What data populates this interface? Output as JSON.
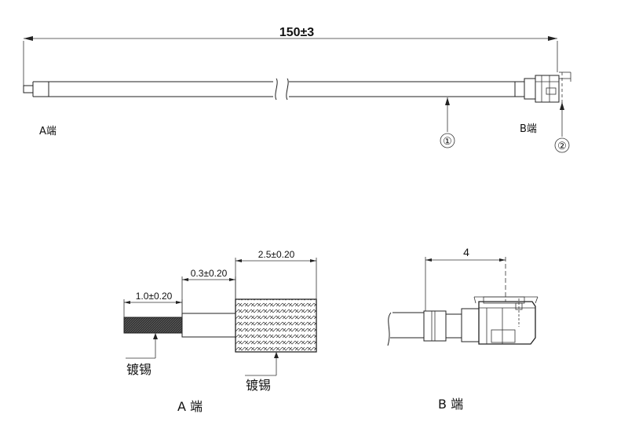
{
  "overall_length_label": "150±3",
  "end_a_label": "A端",
  "end_b_label": "B端",
  "callout_1": "①",
  "callout_2": "②",
  "detail_a": {
    "dim_pin": "1.0±0.20",
    "dim_gap": "0.3±0.20",
    "dim_braid": "2.5±0.20",
    "note_pin": "镀锡",
    "note_braid": "镀锡",
    "title": "A 端"
  },
  "detail_b": {
    "dim_width": "4",
    "title": "B 端"
  }
}
